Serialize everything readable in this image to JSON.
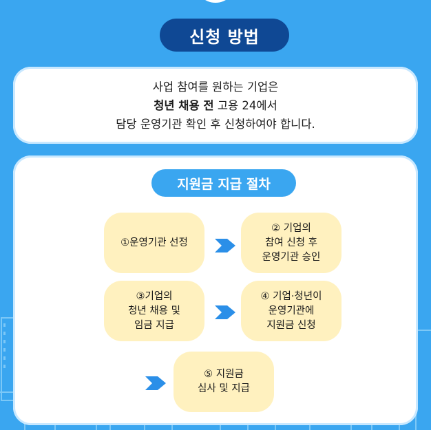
{
  "header": {
    "title": "신청 방법"
  },
  "info": {
    "line1": "사업 참여를 원하는 기업은",
    "line2_bold": "청년 채용 전",
    "line2_rest": " 고용 24에서",
    "line3": "담당 운영기관 확인 후 신청하여야 합니다."
  },
  "procedure": {
    "title": "지원금 지급 절차",
    "steps": [
      {
        "lines": [
          "①운영기관 선정"
        ]
      },
      {
        "lines": [
          "② 기업의",
          "참여 신청 후",
          "운영기관 승인"
        ]
      },
      {
        "lines": [
          "③기업의",
          "청년 채용 및",
          "임금 지급"
        ]
      },
      {
        "lines": [
          "④ 기업·청년이",
          "운영기관에",
          "지원금 신청"
        ]
      },
      {
        "lines": [
          "⑤ 지원금",
          "심사 및 지급"
        ]
      }
    ]
  },
  "colors": {
    "background": "#3aa6f0",
    "title_pill": "#0f4894",
    "step_box": "#fff1bf",
    "arrow": "#2b8fe8"
  }
}
